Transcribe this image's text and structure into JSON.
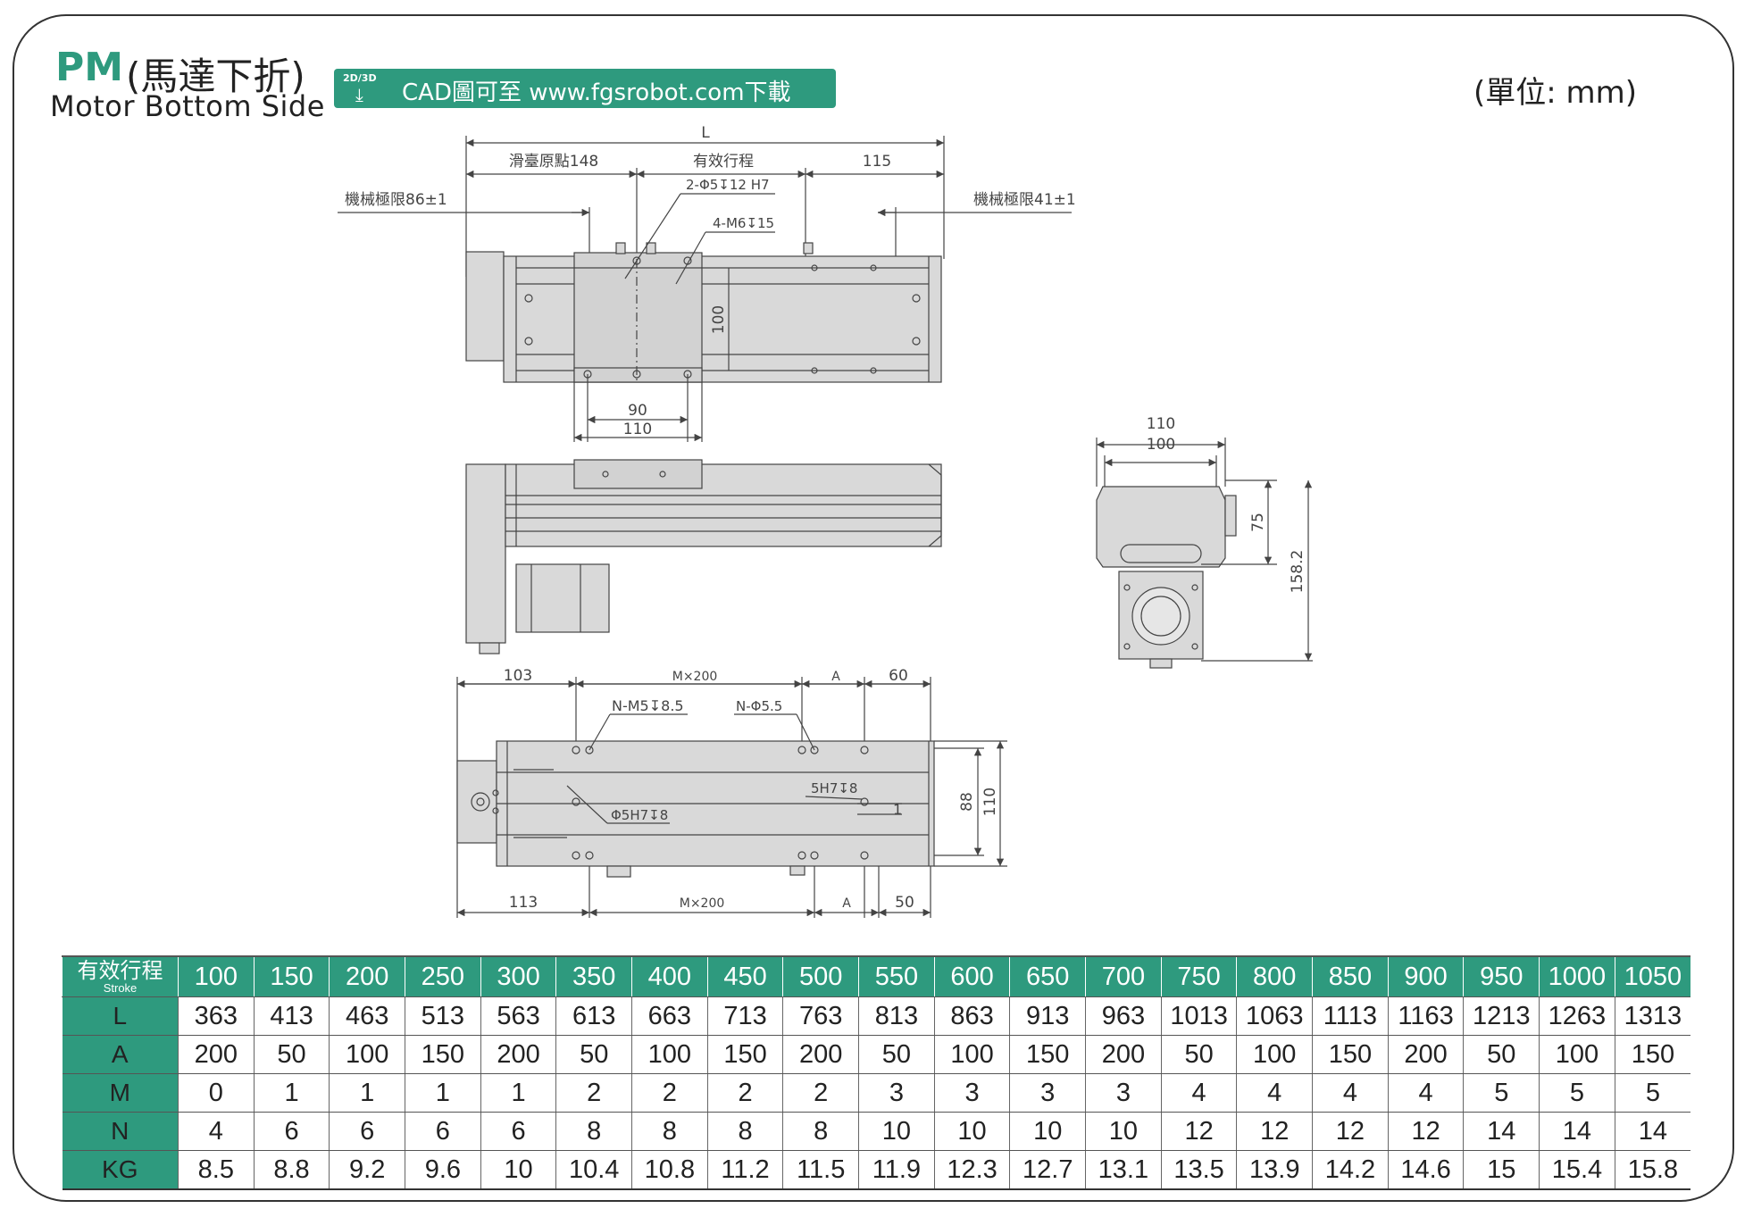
{
  "header": {
    "model": "PM",
    "title_zh": "(馬達下折)",
    "title_en": "Motor Bottom Side",
    "cad_badge": "2D/3D",
    "cad_text": "CAD圖可至 www.fgsrobot.com下載",
    "unit": "(單位: mm)"
  },
  "drawing": {
    "top_view": {
      "dim_L": "L",
      "dim_origin": "滑臺原點148",
      "dim_stroke": "有效行程",
      "dim_115": "115",
      "mech_limit_left": "機械極限86±1",
      "mech_limit_right": "機械極限41±1",
      "callout_pin": "2-Φ5↧12 H7",
      "callout_thread": "4-M6↧15",
      "dim_100": "100",
      "dim_90": "90",
      "dim_110": "110"
    },
    "end_view": {
      "dim_110": "110",
      "dim_100": "100",
      "dim_75": "75",
      "dim_158": "158.2"
    },
    "bottom_view": {
      "dim_103": "103",
      "dim_m200_top": "M×200",
      "dim_a_top": "A",
      "dim_60": "60",
      "callout_m5": "N-M5↧8.5",
      "callout_d55": "N-Φ5.5",
      "callout_5h7": "5H7↧8",
      "callout_d5h7": "Φ5H7↧8",
      "dim_1": "1",
      "dim_88": "88",
      "dim_110": "110",
      "dim_113": "113",
      "dim_m200_bottom": "M×200",
      "dim_a_bottom": "A",
      "dim_50": "50"
    }
  },
  "table": {
    "header_label_zh": "有效行程",
    "header_label_en": "Stroke",
    "strokes": [
      "100",
      "150",
      "200",
      "250",
      "300",
      "350",
      "400",
      "450",
      "500",
      "550",
      "600",
      "650",
      "700",
      "750",
      "800",
      "850",
      "900",
      "950",
      "1000",
      "1050"
    ],
    "rows": [
      {
        "label": "L",
        "values": [
          "363",
          "413",
          "463",
          "513",
          "563",
          "613",
          "663",
          "713",
          "763",
          "813",
          "863",
          "913",
          "963",
          "1013",
          "1063",
          "1113",
          "1163",
          "1213",
          "1263",
          "1313"
        ]
      },
      {
        "label": "A",
        "values": [
          "200",
          "50",
          "100",
          "150",
          "200",
          "50",
          "100",
          "150",
          "200",
          "50",
          "100",
          "150",
          "200",
          "50",
          "100",
          "150",
          "200",
          "50",
          "100",
          "150"
        ]
      },
      {
        "label": "M",
        "values": [
          "0",
          "1",
          "1",
          "1",
          "1",
          "2",
          "2",
          "2",
          "2",
          "3",
          "3",
          "3",
          "3",
          "4",
          "4",
          "4",
          "4",
          "5",
          "5",
          "5"
        ]
      },
      {
        "label": "N",
        "values": [
          "4",
          "6",
          "6",
          "6",
          "6",
          "8",
          "8",
          "8",
          "8",
          "10",
          "10",
          "10",
          "10",
          "12",
          "12",
          "12",
          "12",
          "14",
          "14",
          "14"
        ]
      },
      {
        "label": "KG",
        "values": [
          "8.5",
          "8.8",
          "9.2",
          "9.6",
          "10",
          "10.4",
          "10.8",
          "11.2",
          "11.5",
          "11.9",
          "12.3",
          "12.7",
          "13.1",
          "13.5",
          "13.9",
          "14.2",
          "14.6",
          "15",
          "15.4",
          "15.8"
        ]
      }
    ]
  },
  "colors": {
    "accent": "#2e9a7e",
    "body_fill": "#d9d9d9",
    "line": "#444444"
  }
}
